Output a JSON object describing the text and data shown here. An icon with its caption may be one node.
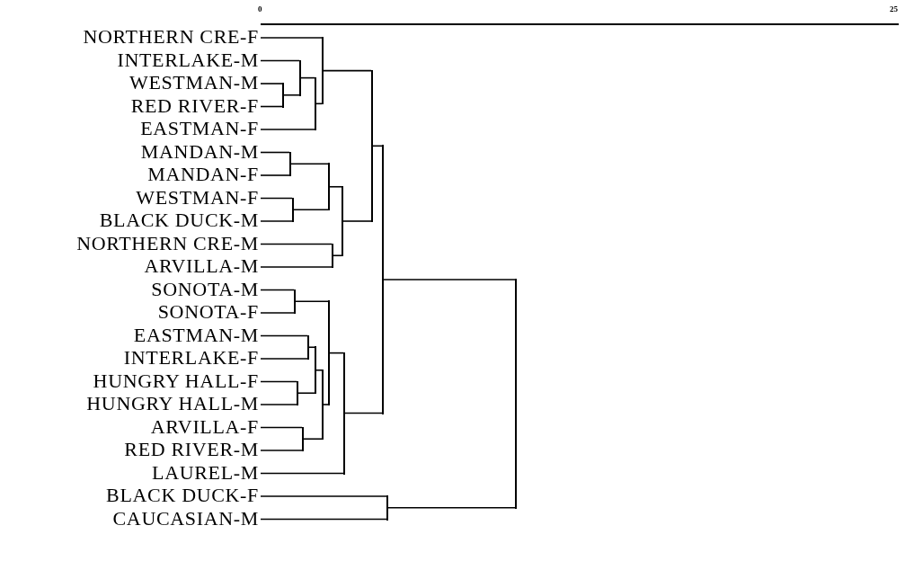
{
  "diagram": {
    "nodes": [
      {
        "text": [
          "NORTHERN CRE-F"
        ]
      },
      {
        "text": [
          "INTERLAKE-M"
        ]
      },
      {
        "text": [
          "WESTMAN-M"
        ]
      },
      {
        "text": [
          "RED RIVER-F"
        ]
      },
      {
        "text": [
          "EASTMAN-F"
        ]
      },
      {
        "text": [
          "MANDAN-M"
        ]
      },
      {
        "text": [
          "MANDAN-F"
        ]
      },
      {
        "text": [
          "WESTMAN-F"
        ]
      },
      {
        "text": [
          "BLACK DUCK-M"
        ]
      },
      {
        "text": [
          "NORTHERN CRE-M"
        ]
      },
      {
        "text": [
          "ARVILLA-M"
        ]
      },
      {
        "text": [
          "SONOTA-M"
        ]
      },
      {
        "text": [
          "SONOTA-F"
        ]
      },
      {
        "text": [
          "EASTMAN-M"
        ]
      },
      {
        "text": [
          "INTERLAKE-F"
        ]
      },
      {
        "text": [
          "HUNGRY HALL-F"
        ]
      },
      {
        "text": [
          "HUNGRY HALL-M"
        ]
      },
      {
        "text": [
          "ARVILLA-F"
        ]
      },
      {
        "text": [
          "RED RIVER-M"
        ]
      },
      {
        "text": [
          "LAUREL-M"
        ]
      },
      {
        "text": [
          "BLACK DUCK-F"
        ]
      },
      {
        "text": [
          "CAUCASIAN-M"
        ]
      },
      {
        "text": [],
        "shape": "bar"
      },
      {
        "text": [],
        "shape": "bar"
      },
      {
        "text": [],
        "shape": "bar"
      },
      {
        "text": [],
        "shape": "bar"
      },
      {
        "text": [],
        "shape": "bar"
      },
      {
        "text": [],
        "shape": "bar"
      },
      {
        "text": [],
        "shape": "bar"
      },
      {
        "text": [],
        "shape": "bar"
      },
      {
        "text": [],
        "shape": "bar"
      },
      {
        "text": [],
        "shape": "bar"
      },
      {
        "text": [],
        "shape": "bar"
      },
      {
        "text": [],
        "shape": "bar"
      },
      {
        "text": [],
        "shape": "bar"
      },
      {
        "text": [],
        "shape": "bar"
      },
      {
        "text": [],
        "shape": "bar"
      },
      {
        "text": [],
        "shape": "bar"
      },
      {
        "text": [],
        "shape": "bar"
      },
      {
        "text": [],
        "shape": "bar"
      },
      {
        "text": [],
        "shape": "bar"
      },
      {
        "text": [],
        "shape": "bar"
      },
      {
        "text": [],
        "shape": "bar"
      }
    ],
    "edges": [
      {
        "from": 2,
        "to": 22,
        "arrow": "none"
      },
      {
        "from": 3,
        "to": 22,
        "arrow": "none"
      },
      {
        "from": 1,
        "to": 23,
        "arrow": "none"
      },
      {
        "from": 22,
        "to": 23,
        "arrow": "none"
      },
      {
        "from": 23,
        "to": 24,
        "arrow": "none"
      },
      {
        "from": 4,
        "to": 24,
        "arrow": "none"
      },
      {
        "from": 0,
        "to": 25,
        "arrow": "none"
      },
      {
        "from": 24,
        "to": 25,
        "arrow": "none"
      },
      {
        "from": 5,
        "to": 26,
        "arrow": "none"
      },
      {
        "from": 6,
        "to": 26,
        "arrow": "none"
      },
      {
        "from": 7,
        "to": 27,
        "arrow": "none"
      },
      {
        "from": 8,
        "to": 27,
        "arrow": "none"
      },
      {
        "from": 26,
        "to": 28,
        "arrow": "none"
      },
      {
        "from": 27,
        "to": 28,
        "arrow": "none"
      },
      {
        "from": 9,
        "to": 29,
        "arrow": "none"
      },
      {
        "from": 10,
        "to": 29,
        "arrow": "none"
      },
      {
        "from": 28,
        "to": 30,
        "arrow": "none"
      },
      {
        "from": 29,
        "to": 30,
        "arrow": "none"
      },
      {
        "from": 25,
        "to": 31,
        "arrow": "none"
      },
      {
        "from": 30,
        "to": 31,
        "arrow": "none"
      },
      {
        "from": 11,
        "to": 32,
        "arrow": "none"
      },
      {
        "from": 12,
        "to": 32,
        "arrow": "none"
      },
      {
        "from": 13,
        "to": 33,
        "arrow": "none"
      },
      {
        "from": 14,
        "to": 33,
        "arrow": "none"
      },
      {
        "from": 15,
        "to": 34,
        "arrow": "none"
      },
      {
        "from": 16,
        "to": 34,
        "arrow": "none"
      },
      {
        "from": 33,
        "to": 35,
        "arrow": "none"
      },
      {
        "from": 34,
        "to": 35,
        "arrow": "none"
      },
      {
        "from": 17,
        "to": 36,
        "arrow": "none"
      },
      {
        "from": 18,
        "to": 36,
        "arrow": "none"
      },
      {
        "from": 35,
        "to": 37,
        "arrow": "none"
      },
      {
        "from": 36,
        "to": 37,
        "arrow": "none"
      },
      {
        "from": 32,
        "to": 38,
        "arrow": "none"
      },
      {
        "from": 37,
        "to": 38,
        "arrow": "none"
      },
      {
        "from": 38,
        "to": 39,
        "arrow": "none"
      },
      {
        "from": 19,
        "to": 39,
        "arrow": "none"
      },
      {
        "from": 31,
        "to": 40,
        "arrow": "none"
      },
      {
        "from": 39,
        "to": 40,
        "arrow": "none"
      },
      {
        "from": 20,
        "to": 41,
        "arrow": "none"
      },
      {
        "from": 21,
        "to": 41,
        "arrow": "none"
      },
      {
        "from": 40,
        "to": 42,
        "arrow": "none"
      },
      {
        "from": 41,
        "to": 42,
        "arrow": "none"
      }
    ],
    "labels": [
      "0",
      "25"
    ]
  }
}
